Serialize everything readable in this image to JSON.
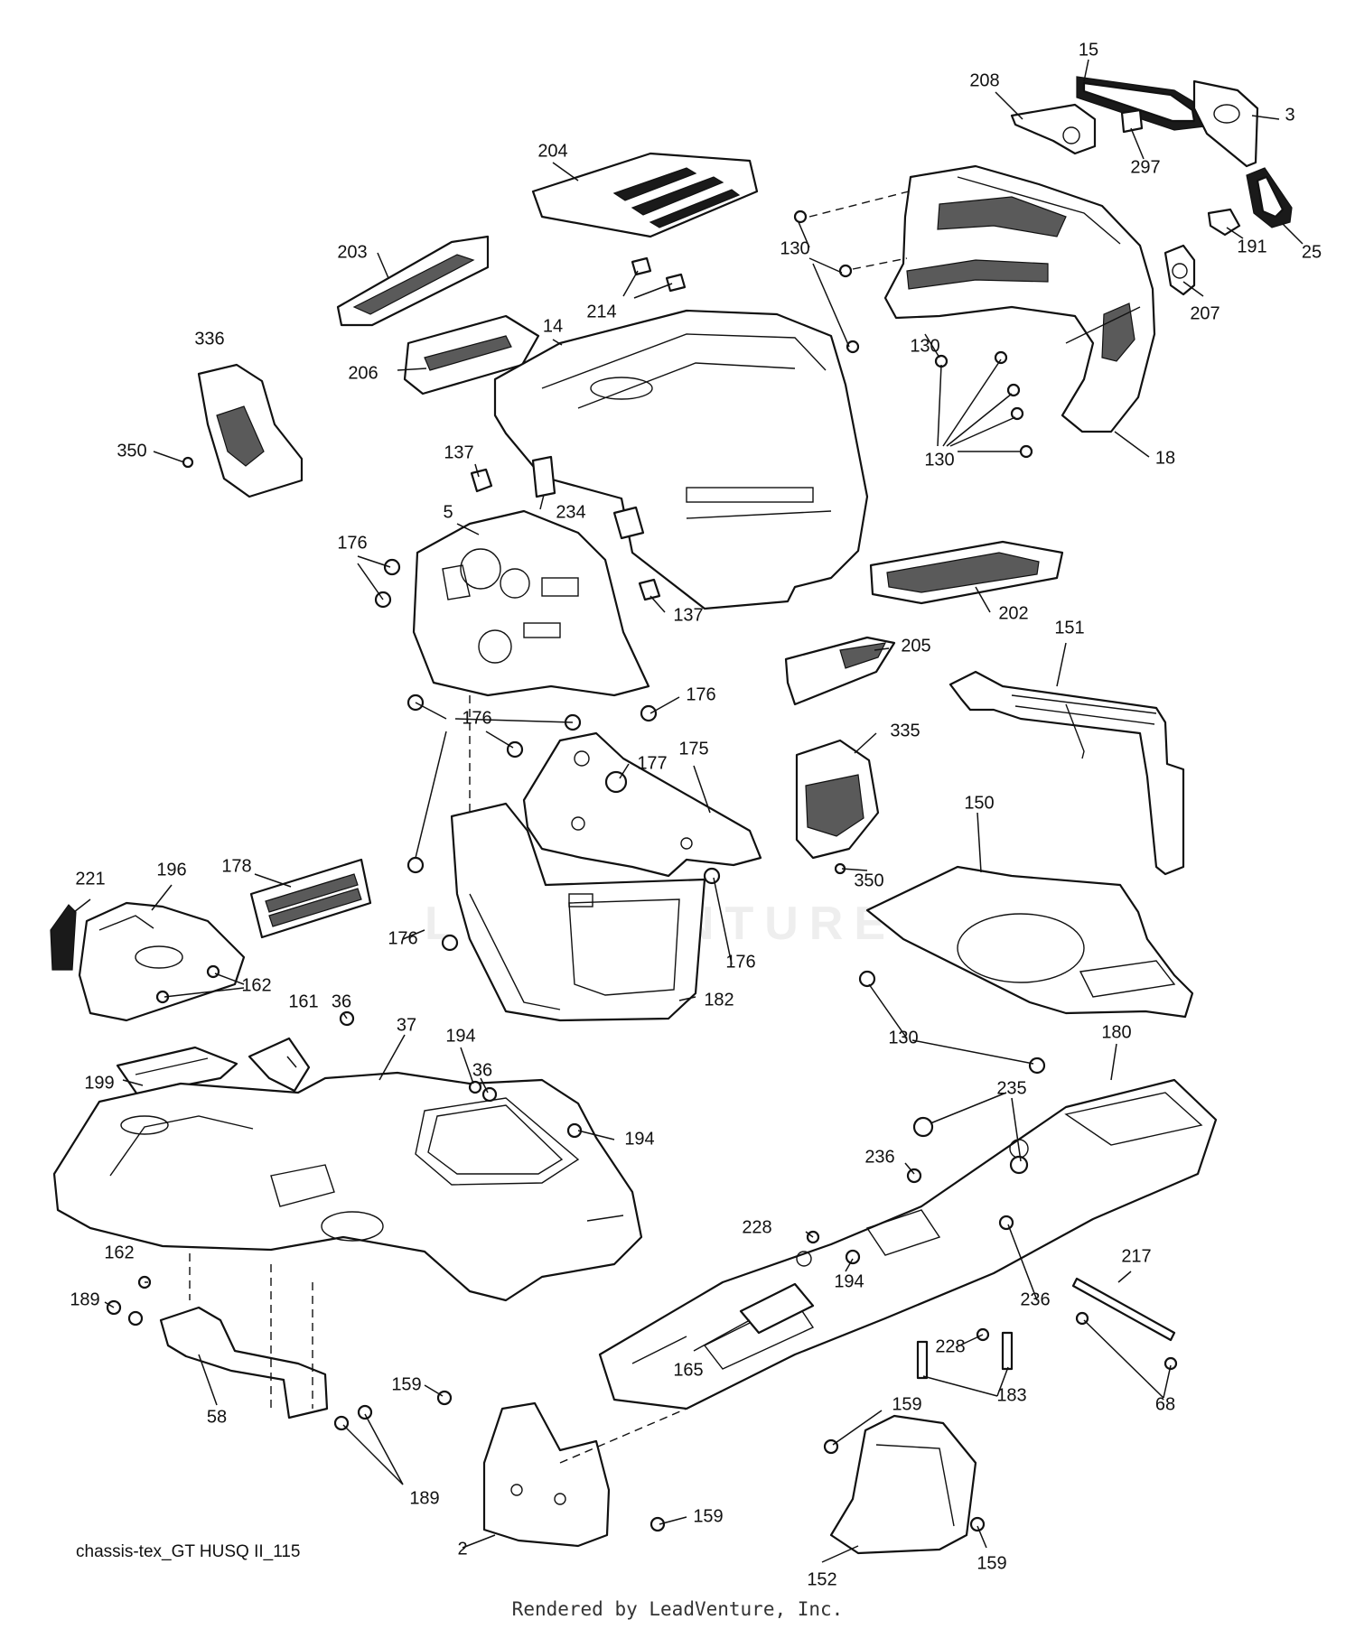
{
  "diagram": {
    "reference": "chassis-tex_GT HUSQ II_115",
    "credit": "Rendered by LeadVenture, Inc.",
    "watermark": "LEADVENTURE",
    "callouts": [
      "15",
      "208",
      "3",
      "297",
      "25",
      "191",
      "207",
      "204",
      "130",
      "203",
      "214",
      "14",
      "336",
      "206",
      "350",
      "137",
      "234",
      "18",
      "5",
      "176",
      "202",
      "205",
      "151",
      "175",
      "177",
      "335",
      "150",
      "178",
      "221",
      "196",
      "162",
      "182",
      "36",
      "37",
      "194",
      "161",
      "199",
      "180",
      "235",
      "236",
      "228",
      "217",
      "189",
      "58",
      "159",
      "165",
      "183",
      "68",
      "2",
      "152"
    ]
  }
}
